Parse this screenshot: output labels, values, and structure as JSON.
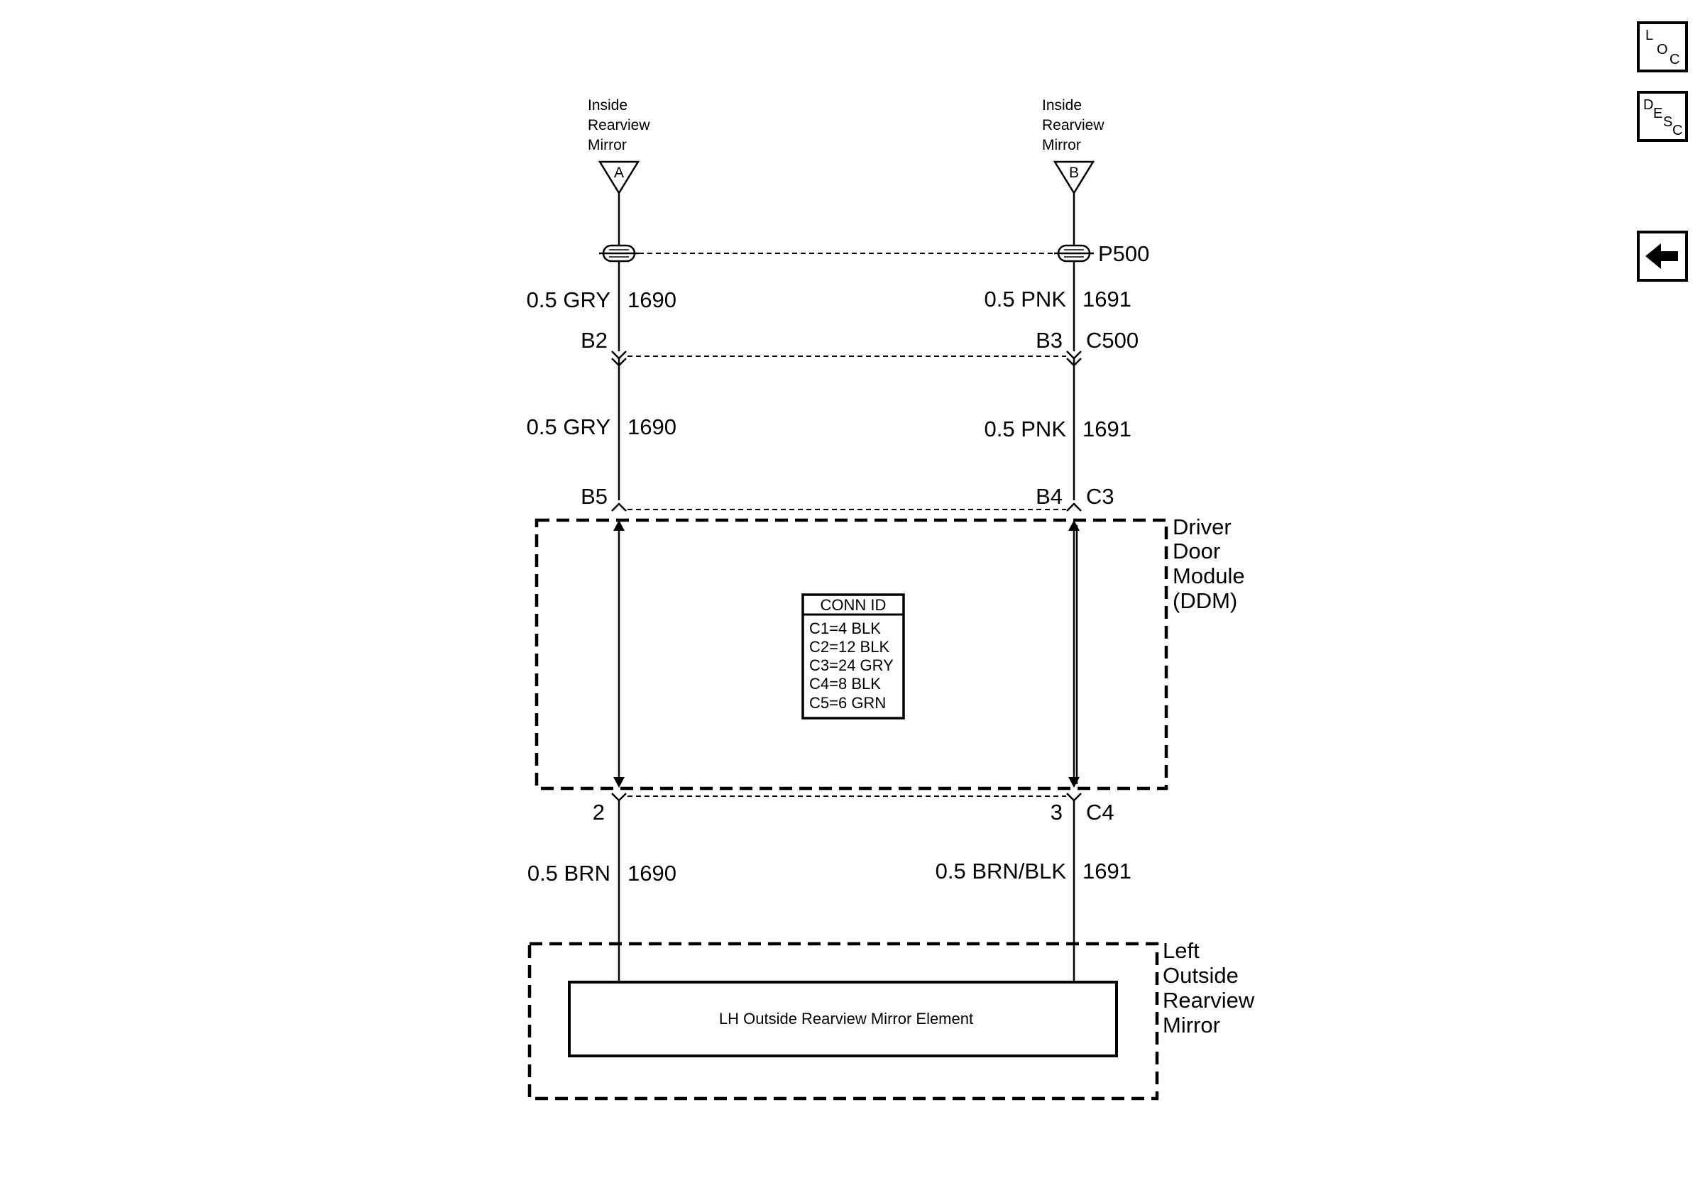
{
  "nav": {
    "loc": {
      "l1": "L",
      "l2": "O",
      "l3": "C"
    },
    "desc": {
      "l1": "D",
      "l2": "E",
      "l3": "S",
      "l4": "C"
    }
  },
  "diagram": {
    "mirror_top_left": {
      "line1": "Inside",
      "line2": "Rearview",
      "line3": "Mirror",
      "letter": "A"
    },
    "mirror_top_right": {
      "line1": "Inside",
      "line2": "Rearview",
      "line3": "Mirror",
      "letter": "B"
    },
    "p500": "P500",
    "c500": {
      "id": "C500",
      "left_pin": "B2",
      "right_pin": "B3"
    },
    "c3": {
      "id": "C3",
      "left_pin": "B5",
      "right_pin": "B4"
    },
    "c4": {
      "id": "C4",
      "left_pin": "2",
      "right_pin": "3"
    },
    "wires": {
      "l1": {
        "gauge_color": "0.5 GRY",
        "circuit": "1690"
      },
      "r1": {
        "gauge_color": "0.5 PNK",
        "circuit": "1691"
      },
      "l2": {
        "gauge_color": "0.5 GRY",
        "circuit": "1690"
      },
      "r2": {
        "gauge_color": "0.5 PNK",
        "circuit": "1691"
      },
      "l3": {
        "gauge_color": "0.5 BRN",
        "circuit": "1690"
      },
      "r3": {
        "gauge_color": "0.5 BRN/BLK",
        "circuit": "1691"
      }
    },
    "ddm": {
      "line1": "Driver",
      "line2": "Door",
      "line3": "Module",
      "line4": "(DDM)"
    },
    "conn_id": {
      "title": "CONN ID",
      "rows": [
        "C1=4 BLK",
        "C2=12 BLK",
        "C3=24 GRY",
        "C4=8 BLK",
        "C5=6 GRN"
      ]
    },
    "left_mirror": {
      "line1": "Left",
      "line2": "Outside",
      "line3": "Rearview",
      "line4": "Mirror"
    },
    "element": "LH Outside Rearview Mirror Element"
  }
}
